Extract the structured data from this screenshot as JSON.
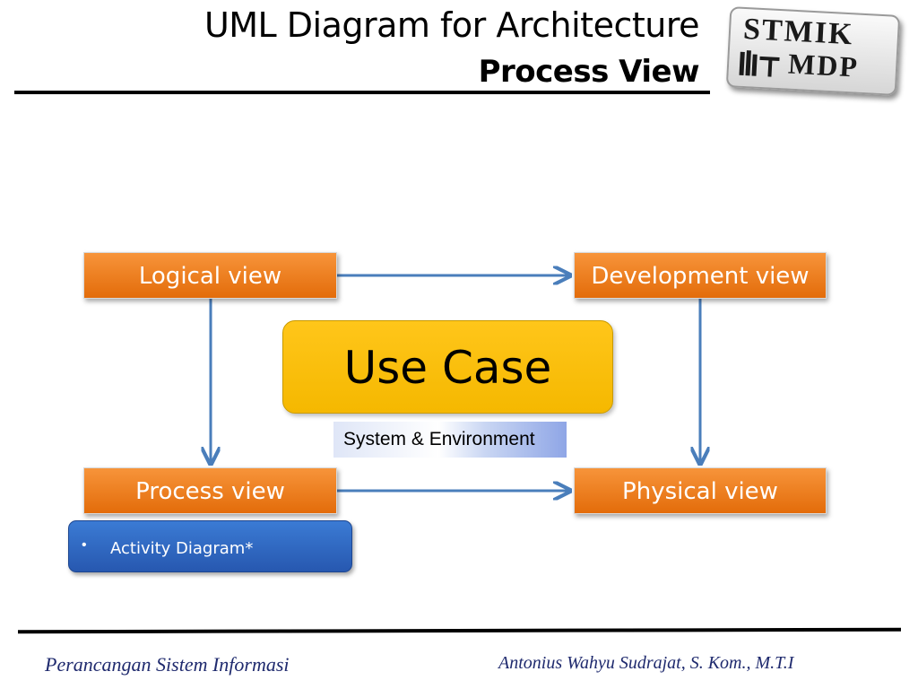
{
  "header": {
    "title_line1": "UML Diagram for Architecture",
    "title_line2": "Process View"
  },
  "logo": {
    "line1": "STMIK",
    "line2": "MDP"
  },
  "diagram": {
    "logical_view": "Logical view",
    "development_view": "Development view",
    "process_view": "Process view",
    "physical_view": "Physical view",
    "use_case": "Use Case",
    "system_environment": "System & Environment"
  },
  "activity_box": {
    "bullet": "•",
    "item": "Activity Diagram*"
  },
  "footer": {
    "left": "Perancangan Sistem Informasi",
    "right": "Antonius Wahyu Sudrajat, S. Kom., M.T.I"
  },
  "colors": {
    "view_box": "#f7943a",
    "use_case": "#ffc61a",
    "activity_box": "#3b7bd4",
    "arrow": "#4a7ebb",
    "footer_text": "#1f2a6e"
  }
}
